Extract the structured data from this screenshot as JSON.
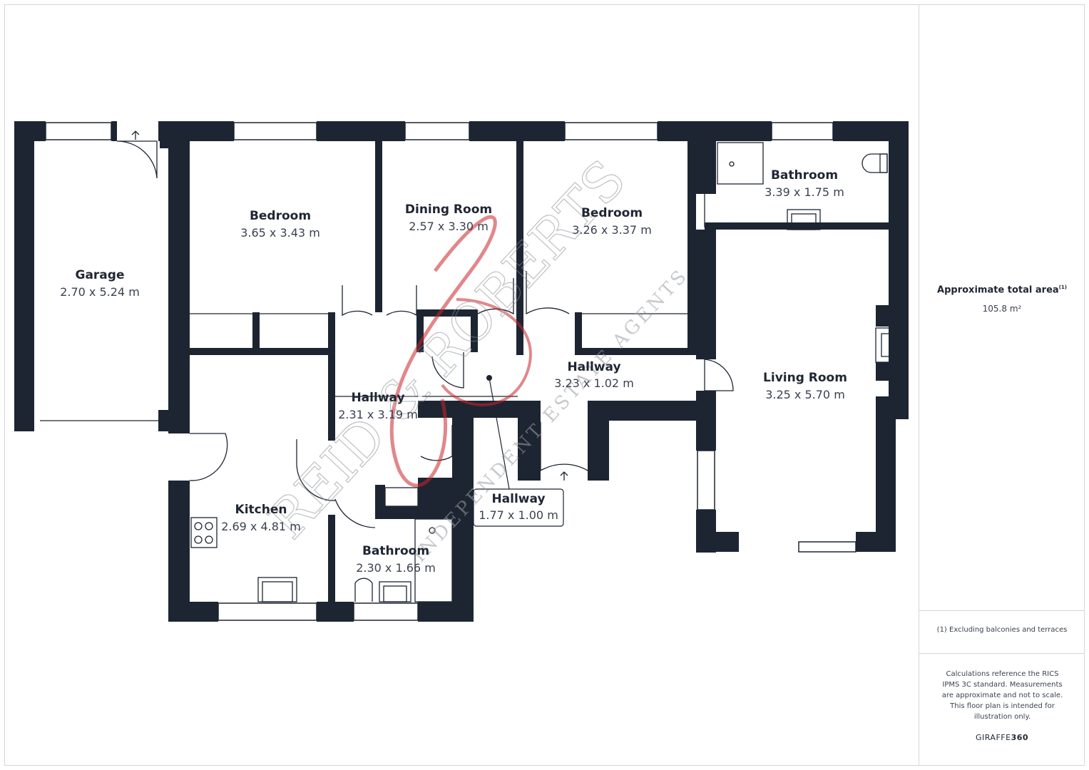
{
  "rooms": {
    "garage": {
      "name": "Garage",
      "dims": "2.70 x 5.24 m"
    },
    "bedroom1": {
      "name": "Bedroom",
      "dims": "3.65 x 3.43 m"
    },
    "dining": {
      "name": "Dining Room",
      "dims": "2.57 x 3.30 m"
    },
    "bedroom2": {
      "name": "Bedroom",
      "dims": "3.26 x 3.37 m"
    },
    "bathroom1": {
      "name": "Bathroom",
      "dims": "3.39 x 1.75 m"
    },
    "hallway1": {
      "name": "Hallway",
      "dims": "3.23 x 1.02 m"
    },
    "hallway2": {
      "name": "Hallway",
      "dims": "2.31 x 3.19 m"
    },
    "hallway3": {
      "name": "Hallway",
      "dims": "1.77 x 1.00 m"
    },
    "living": {
      "name": "Living Room",
      "dims": "3.25 x 5.70 m"
    },
    "kitchen": {
      "name": "Kitchen",
      "dims": "2.69 x 4.81 m"
    },
    "bathroom2": {
      "name": "Bathroom",
      "dims": "2.30 x 1.66 m"
    }
  },
  "sidebar": {
    "area_label": "Approximate total area",
    "area_sup": "(1)",
    "area_value": "105.8 m²",
    "footnote": "(1) Excluding balconies and terraces",
    "disclaimer": "Calculations reference the RICS IPMS 3C standard. Measurements are approximate and not to scale. This floor plan is intended for illustration only.",
    "brand_light": "GIRAFFE",
    "brand_bold": "360"
  },
  "watermark": {
    "main": "REID & ROBERTS",
    "sub": "INDEPENDENT ESTATE AGENTS"
  },
  "colors": {
    "wall": "#1d2532",
    "watermark": "#c9262c"
  }
}
